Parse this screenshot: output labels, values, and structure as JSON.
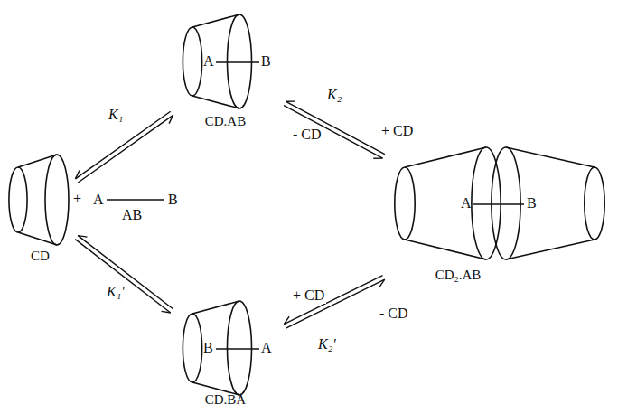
{
  "diagram": {
    "nodes": [
      {
        "text": [
          "A",
          "B",
          "CD.AB"
        ]
      },
      {
        "text": [
          "CD"
        ]
      },
      {
        "text": [
          "A",
          "B",
          "CD₂.AB"
        ]
      },
      {
        "text": [
          "B",
          "A",
          "CD.BA"
        ]
      }
    ],
    "edges": [
      {
        "from": 1,
        "to": 0,
        "label": "K₁",
        "arrow": "both"
      },
      {
        "from": 0,
        "to": 2,
        "label": "K₂",
        "arrow": "both"
      },
      {
        "from": 1,
        "to": 3,
        "label": "K₁'",
        "arrow": "both"
      },
      {
        "from": 3,
        "to": 2,
        "label": "K₂'",
        "arrow": "both"
      }
    ],
    "labels": [
      "+",
      "A",
      "B",
      "AB",
      "- CD",
      "+ CD",
      "+ CD",
      "- CD"
    ]
  }
}
